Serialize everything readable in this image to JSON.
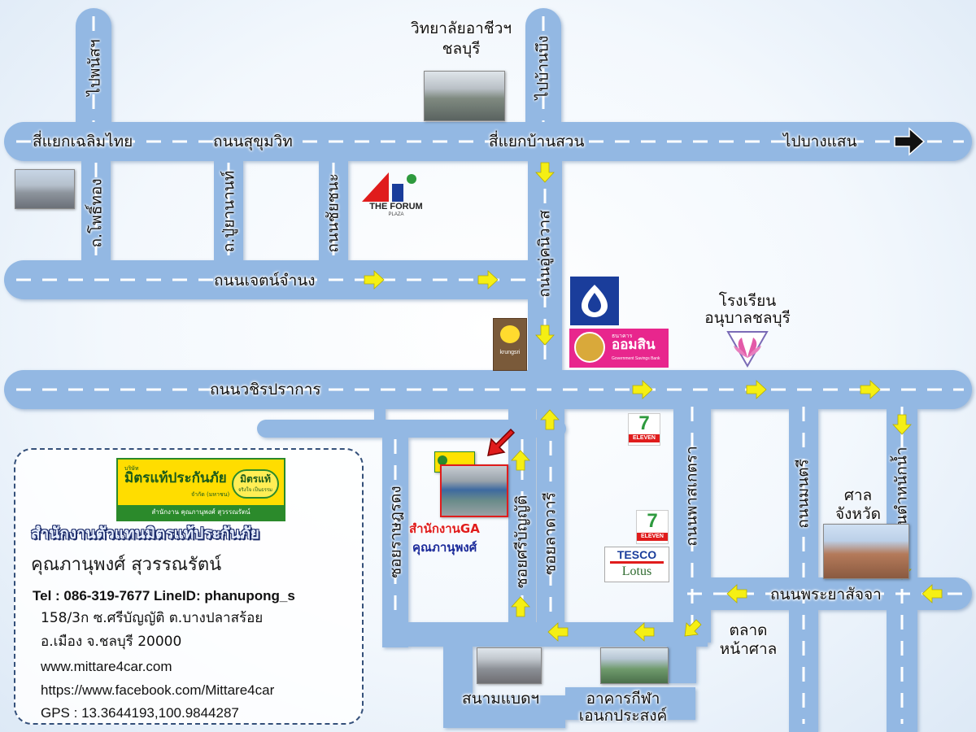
{
  "roads": {
    "chaloem_thai": "สี่แยกเฉลิมไทย",
    "sukhumvit": "ถนนสุขุมวิท",
    "ban_suan": "สี่แยกบ้านสวน",
    "to_bangsaen": "ไปบางแสน",
    "to_phanat": "ไปพนัสฯ",
    "to_ban_bueng": "ไปบ้านบึง",
    "pho_thong": "ถ.โพธิ์ทอง",
    "pu_yanan": "ถ.ปู่ยานานท์",
    "chaichana": "ถนนชัยชนะ",
    "jet_jamnong": "ถนนเจตน์จำนง",
    "au_khanikwat": "ถนนอู่คนิวาส",
    "wachira_prakan": "ถนนวชิรปราการ",
    "soi_ratsadong": "ซอยราษฎรดง",
    "soi_sri_banyat": "ซอยศรีบัญญัติ",
    "soi_lad_daret": "ซอยลาดวารี",
    "phasakatra": "ถนนพาสเกตรา",
    "montri": "ถนนมนตรี",
    "jum_nak_nam": "ถนนตำหนักน้ำ",
    "phraya_sajja": "ถนนพระยาสัจจา"
  },
  "landmarks": {
    "college_line1": "วิทยาลัยอาชีวฯ",
    "college_line2": "ชลบุรี",
    "school_line1": "โรงเรียน",
    "school_line2": "อนุบาลชลบุรี",
    "court_line1": "ศาล",
    "court_line2": "จังหวัด",
    "market_line1": "ตลาด",
    "market_line2": "หน้าศาล",
    "badminton": "สนามแบดฯ",
    "sports_line1": "อาคารกีฬา",
    "sports_line2": "เอนกประสงค์",
    "forum_line1": "THE FORUM",
    "forum_line2": "PLAZA",
    "krungsri": "krungsri",
    "gsb": "ออมสิน",
    "gsb_small": "ธนาคาร",
    "gsb_en": "Government Savings Bank",
    "eleven": "ELEVEN",
    "tesco": "TESCO",
    "lotus": "Lotus"
  },
  "office": {
    "title": "สำนักงานGA",
    "name": "คุณภานุพงศ์"
  },
  "card": {
    "logo_company_small": "บริษัท",
    "logo_company": "มิตรแท้ประกันภัย",
    "logo_company_suffix": "จำกัด (มหาชน)",
    "logo_brand": "มิตรแท้",
    "logo_slogan": "จริงใจ เป็นธรรม",
    "logo_agent": "สำนักงาน คุณภานุพงศ์ สุวรรณรัตน์",
    "heading": "สำนักงานตัวแทนมิตรแท้ประกันภัย",
    "person": "คุณภานุพงศ์  สุวรรณรัตน์",
    "tel": "Tel : 086-319-7677  LineID: phanupong_s",
    "address1": "158/3ก ซ.ศรีบัญญัติ ต.บางปลาสร้อย",
    "address2": "อ.เมือง จ.ชลบุรี 20000",
    "website": "www.mittare4car.com",
    "facebook": "https://www.facebook.com/Mittare4car",
    "gps": "GPS : 13.3644193,100.9844287"
  },
  "colors": {
    "road": "#93b8e3",
    "road_edge": "#6f98cf",
    "arrow": "#f5ef14",
    "office_red": "#e01c1c",
    "office_blue": "#1a2a9a",
    "gsb_pink": "#e8268d",
    "bbl_blue": "#1a3d9b"
  }
}
